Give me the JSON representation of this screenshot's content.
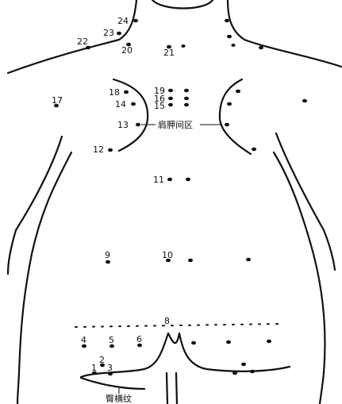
{
  "diagram": {
    "ink_color": "#111111",
    "background": "#ffffff",
    "point_labels": [
      "1",
      "2",
      "3",
      "4",
      "5",
      "6",
      "8",
      "9",
      "10",
      "11",
      "12",
      "13",
      "14",
      "15",
      "16",
      "17",
      "18",
      "19",
      "20",
      "21",
      "22",
      "23",
      "24"
    ],
    "region_labels": {
      "scapula_zone": "肩胛间区",
      "gluteal_fold": "臀横纹"
    }
  }
}
